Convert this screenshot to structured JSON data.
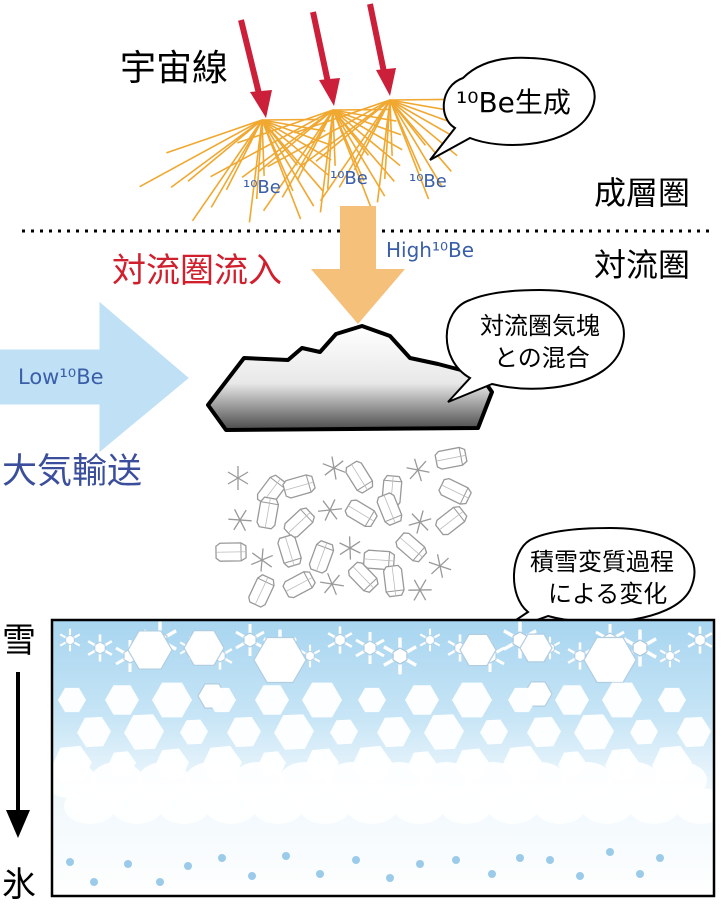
{
  "labels": {
    "cosmic_rays": "宇宙線",
    "be_production_bubble": "¹⁰Be生成",
    "be_atom": "¹⁰Be",
    "stratosphere": "成層圏",
    "troposphere": "対流圏",
    "troposphere_inflow": "対流圏流入",
    "high_be": "High¹⁰Be",
    "low_be": "Low¹⁰Be",
    "atmospheric_transport": "大気輸送",
    "mixing_bubble_line1": "対流圏気塊",
    "mixing_bubble_line2": "との混合",
    "metamorphism_bubble_line1": "積雪変質過程",
    "metamorphism_bubble_line2": "による変化",
    "snow": "雪",
    "ice": "氷"
  },
  "colors": {
    "cosmic_ray_arrow": "#cc1f3a",
    "spallation_rays": "#f0a830",
    "be_text": "#3a5ea8",
    "inflow_text": "#d0202e",
    "inflow_arrow": "#f5c07a",
    "transport_arrow": "#bfe0f5",
    "transport_text": "#3a4e9c",
    "snow_top": "#a9d6f0",
    "cloud_gradient_end": "#555555"
  },
  "icons": [
    "cosmic-ray-arrow",
    "snow-crystal-icon",
    "snowflake-icon",
    "down-arrow-icon",
    "cloud-icon"
  ]
}
